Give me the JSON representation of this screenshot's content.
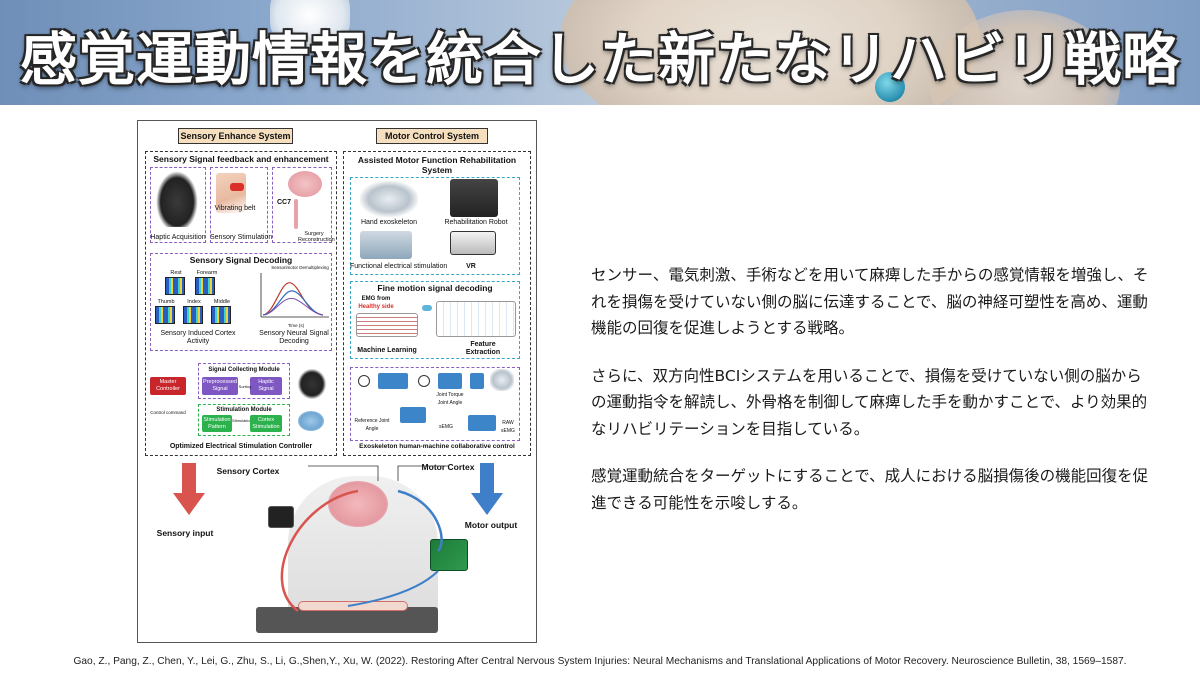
{
  "header": {
    "title": "感覚運動情報を統合した新たなリハビリ戦略"
  },
  "figure": {
    "sensory_enhance_system": "Sensory Enhance System",
    "motor_control_system": "Motor Control System",
    "feedback_heading": "Sensory Signal feedback and enhancement",
    "haptic_acquisition": "Haptic Acquisition",
    "vibrating_belt": "Vibrating belt",
    "sensory_stimulation": "Sensory Stimulation",
    "cc7": "CC7",
    "surgery_reconstruction": "Surgery Reconstruction",
    "decoding_heading": "Sensory Signal Decoding",
    "rest": "Rest",
    "forearm": "Forearm",
    "thumb": "Thumb",
    "index": "Index",
    "middle": "Middle",
    "sensorimotor_demultiplexing": "Sensorimotor Demultiplexing",
    "time_axis": "Time (s)",
    "sensory_induced": "Sensory Induced Cortex Activity",
    "sensory_neural": "Sensory Neural Signal Decoding",
    "signal_collecting_module": "Signal Collecting Module",
    "master_controller": "Master Controller",
    "preprocessed_signal": "Preprocessed Signal",
    "haptic_signal": "Haptic Signal",
    "sorting": "Sorting",
    "control_command": "Control command",
    "stimulation_module": "Stimulation Module",
    "stimulation_pattern": "Stimulation Pattern",
    "stimulation": "Stimulation",
    "cortex_stimulation": "Cortex Stimulation",
    "optimized_esc": "Optimized Electrical Stimulation Controller",
    "assisted_motor_heading": "Assisted Motor Function Rehabilitation System",
    "hand_exoskeleton": "Hand exoskeleton",
    "rehabilitation_robot": "Rehabilitation Robot",
    "fes": "Functional electrical stimulation",
    "vr": "VR",
    "fine_motion_heading": "Fine motion signal decoding",
    "emg_from": "EMG from",
    "healthy_side": "Healthy side",
    "machine_learning": "Machine Learning",
    "feature_extraction": "Feature Extraction",
    "joint_torque": "Joint Torque",
    "joint_angle": "Joint Angle",
    "reference_joint_angle": "Reference Joint Angle",
    "semg": "sEMG",
    "raw_semg": "RAW sEMG",
    "exo_control": "Exoskeleton human-machine collaborative control",
    "sensory_cortex": "Sensory Cortex",
    "motor_cortex": "Motor Cortex",
    "sensory_input": "Sensory input",
    "motor_output": "Motor output"
  },
  "body": {
    "paragraph1": " センサー、電気刺激、手術などを用いて麻痺した手からの感覚情報を増強し、それを損傷を受けていない側の脳に伝達することで、脳の神経可塑性を高め、運動機能の回復を促進しようとする戦略。",
    "paragraph2": " さらに、双方向性BCIシステムを用いることで、損傷を受けていない側の脳からの運動指令を解読し、外骨格を制御して麻痺した手を動かすことで、より効果的なリハビリテーションを目指している。",
    "paragraph3": "感覚運動統合をターゲットにすることで、成人における脳損傷後の機能回復を促進できる可能性を示唆しする。"
  },
  "citation": "Gao, Z., Pang, Z., Chen, Y., Lei, G., Zhu, S., Li, G.,Shen,Y., Xu, W. (2022). Restoring After Central Nervous System Injuries: Neural Mechanisms and Translational Applications of Motor Recovery. Neuroscience Bulletin, 38, 1569–1587.",
  "colors": {
    "banner_blue": "#7f9dc4",
    "sensory_arrow": "#d9534f",
    "motor_arrow": "#3f7fc9",
    "purple": "#8a5fc2",
    "cyan": "#3aa7c7"
  }
}
